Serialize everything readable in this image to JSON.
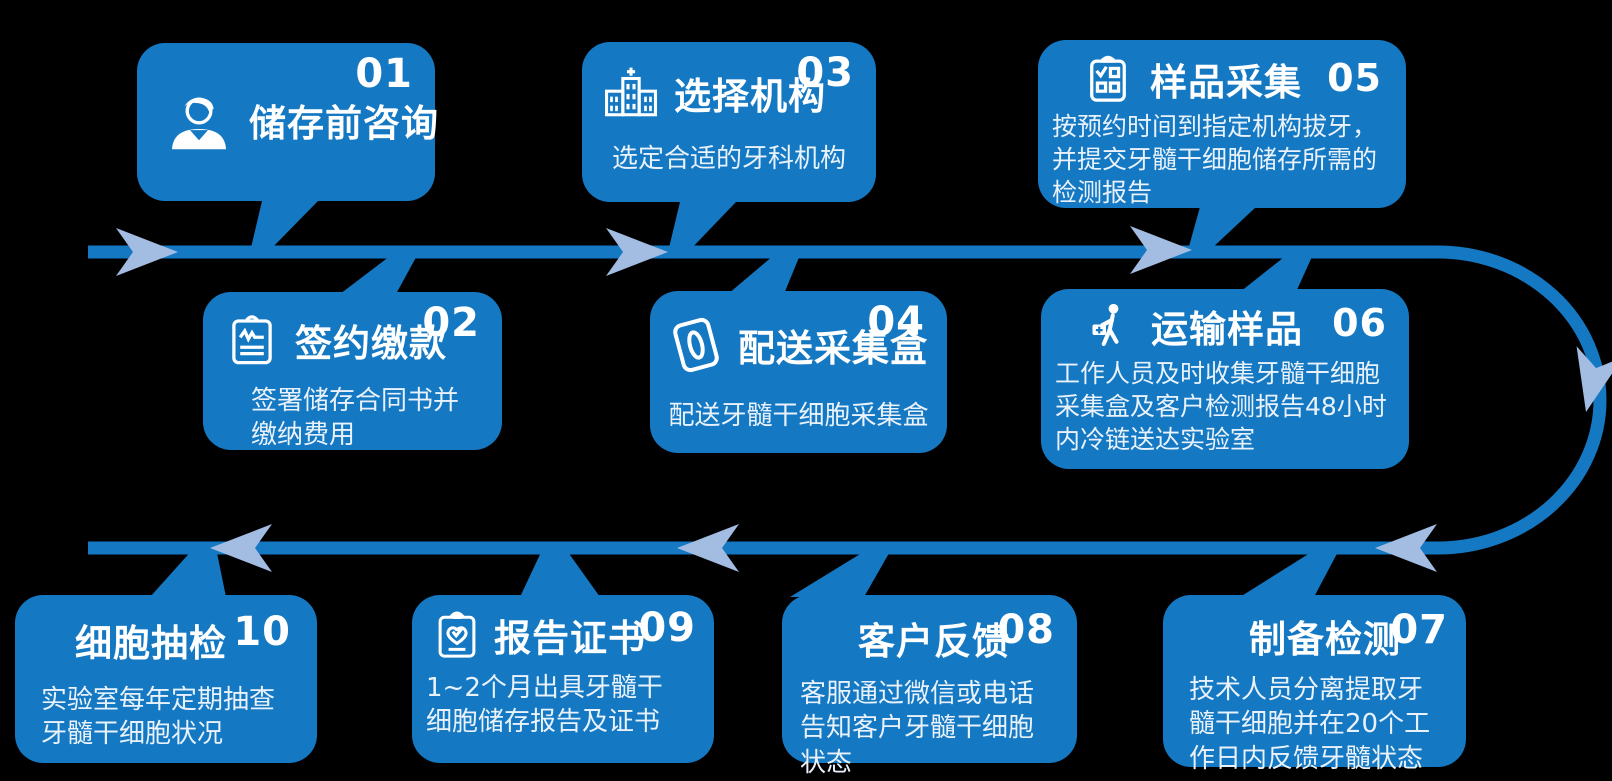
{
  "colors": {
    "primary": "#1478c3",
    "arrow_light": "#a3bce2",
    "title_text": "#ffffff",
    "desc_text": "#e9f2fb",
    "background": "#000000"
  },
  "flow": {
    "direction_top": "left-to-right",
    "direction_bottom": "right-to-left"
  },
  "steps": [
    {
      "num": "01",
      "title": "储存前咨询",
      "desc": "",
      "icon": "person-icon"
    },
    {
      "num": "02",
      "title": "签约缴款",
      "desc": "签署储存合同书并缴纳费用",
      "icon": "contract-clipboard-icon"
    },
    {
      "num": "03",
      "title": "选择机构",
      "desc": "选定合适的牙科机构",
      "icon": "hospital-icon"
    },
    {
      "num": "04",
      "title": "配送采集盒",
      "desc": "配送牙髓干细胞采集盒",
      "icon": "collection-box-icon"
    },
    {
      "num": "05",
      "title": "样品采集",
      "desc": "按预约时间到指定机构拔牙，并提交牙髓干细胞储存所需的检测报告",
      "icon": "checklist-clipboard-icon"
    },
    {
      "num": "06",
      "title": "运输样品",
      "desc": "工作人员及时收集牙髓干细胞采集盒及客户检测报告48小时内冷链送达实验室",
      "icon": "courier-icon"
    },
    {
      "num": "07",
      "title": "制备检测",
      "desc": "技术人员分离提取牙髓干细胞并在20个工作日内反馈牙髓状态",
      "icon": ""
    },
    {
      "num": "08",
      "title": "客户反馈",
      "desc": "客服通过微信或电话告知客户牙髓干细胞状态",
      "icon": ""
    },
    {
      "num": "09",
      "title": "报告证书",
      "desc": "1~2个月出具牙髓干细胞储存报告及证书",
      "icon": "certificate-clipboard-icon"
    },
    {
      "num": "10",
      "title": "细胞抽检",
      "desc": "实验室每年定期抽查牙髓干细胞状况",
      "icon": ""
    }
  ]
}
